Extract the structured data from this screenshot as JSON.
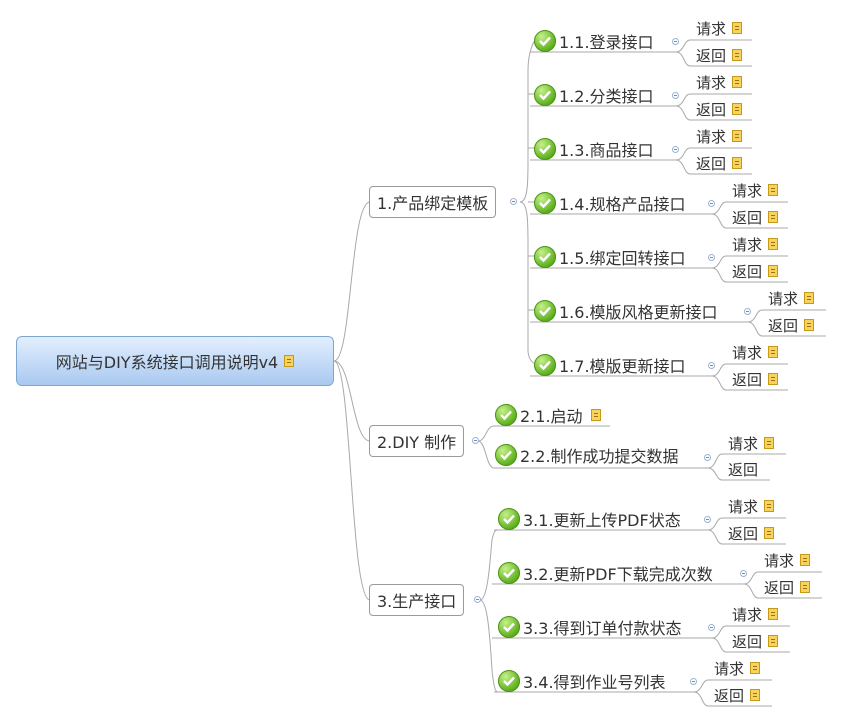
{
  "root": {
    "label": "网站与DIY系统接口调用说明v4",
    "icon": "note-icon"
  },
  "branches": [
    {
      "label": "1.产品绑定模板"
    },
    {
      "label": "2.DIY 制作"
    },
    {
      "label": "3.生产接口"
    }
  ],
  "nodes": [
    {
      "label": "1.1.登录接口",
      "children": [
        "请求",
        "返回"
      ]
    },
    {
      "label": "1.2.分类接口",
      "children": [
        "请求",
        "返回"
      ]
    },
    {
      "label": "1.3.商品接口",
      "children": [
        "请求",
        "返回"
      ]
    },
    {
      "label": "1.4.规格产品接口",
      "children": [
        "请求",
        "返回"
      ]
    },
    {
      "label": "1.5.绑定回转接口",
      "children": [
        "请求",
        "返回"
      ]
    },
    {
      "label": "1.6.模版风格更新接口",
      "children": [
        "请求",
        "返回"
      ]
    },
    {
      "label": "1.7.模版更新接口",
      "children": [
        "请求",
        "返回"
      ]
    },
    {
      "label": "2.1.启动",
      "children": []
    },
    {
      "label": "2.2.制作成功提交数据",
      "children": [
        "请求",
        "返回"
      ]
    },
    {
      "label": "3.1.更新上传PDF状态",
      "children": [
        "请求",
        "返回"
      ]
    },
    {
      "label": "3.2.更新PDF下载完成次数",
      "children": [
        "请求",
        "返回"
      ]
    },
    {
      "label": "3.3.得到订单付款状态",
      "children": [
        "请求",
        "返回"
      ]
    },
    {
      "label": "3.4.得到作业号列表",
      "children": [
        "请求",
        "返回"
      ]
    }
  ],
  "colors": {
    "line": "#a8a8a8",
    "root_top": "#e3efff",
    "root_bottom": "#a9c9f0",
    "check": "#5aae1a",
    "note": "#f7d35e"
  }
}
